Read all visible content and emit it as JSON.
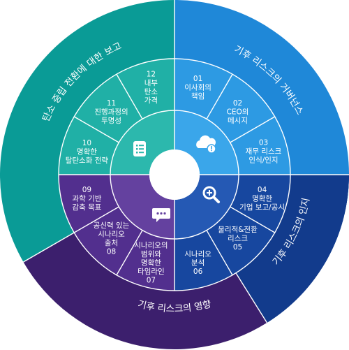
{
  "colors": {
    "teal_outer": "#0a9b96",
    "teal_mid": "#20b0a6",
    "teal_inner": "#2cb8ad",
    "blue_outer": "#1f88d8",
    "blue_mid": "#2d9ae3",
    "blue_inner": "#3aa6ea",
    "navy_outer": "#123b8c",
    "navy_mid": "#17479f",
    "navy_inner": "#2559b4",
    "purple_outer": "#3c1f6d",
    "purple_mid": "#522f8e",
    "purple_inner": "#64419f",
    "divider": "#ffffff"
  },
  "quadrants": [
    {
      "title": "탄소 중립 전환에 대한 보고",
      "icon": "document-list-icon",
      "color_key": "teal"
    },
    {
      "title": "기후 리스크의 거버넌스",
      "icon": "cloud-alert-icon",
      "color_key": "blue"
    },
    {
      "title": "기후 리스크의 인지",
      "icon": "magnifier-plus-icon",
      "color_key": "navy"
    },
    {
      "title": "기후 리스크의 영향",
      "icon": "speech-bubble-icon",
      "color_key": "purple"
    }
  ],
  "segments": [
    {
      "num": "01",
      "lines": [
        "이사회의",
        "책임"
      ]
    },
    {
      "num": "02",
      "lines": [
        "CEO의",
        "메시지"
      ]
    },
    {
      "num": "03",
      "lines": [
        "재무 리스크",
        "인식/인지"
      ]
    },
    {
      "num": "04",
      "lines": [
        "명확한",
        "기업 보고/공시"
      ]
    },
    {
      "num": "05",
      "lines": [
        "물리적&전환",
        "리스크"
      ]
    },
    {
      "num": "06",
      "lines": [
        "시나리오",
        "분석"
      ]
    },
    {
      "num": "07",
      "lines": [
        "시나리오의",
        "범위와",
        "명확한",
        "타임라인"
      ]
    },
    {
      "num": "08",
      "lines": [
        "공신력 있는",
        "시나리오",
        "출처"
      ]
    },
    {
      "num": "09",
      "lines": [
        "과학 기반",
        "감축 목표"
      ]
    },
    {
      "num": "10",
      "lines": [
        "명확한",
        "탈탄소화 전략"
      ]
    },
    {
      "num": "11",
      "lines": [
        "진행과정의",
        "투명성"
      ]
    },
    {
      "num": "12",
      "lines": [
        "내부",
        "탄소",
        "가격"
      ]
    }
  ]
}
